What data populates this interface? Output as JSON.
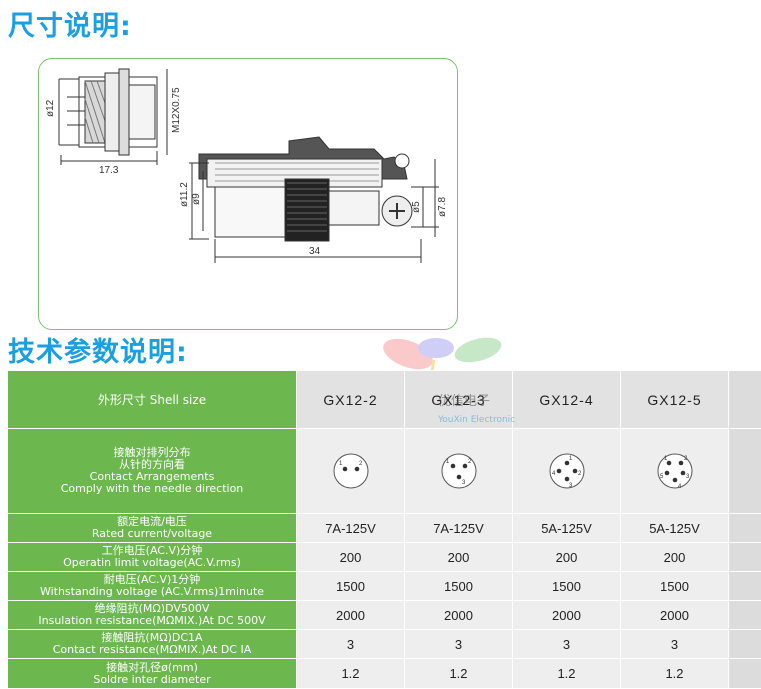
{
  "titles": {
    "dimensions": "尺寸说明:",
    "specs": "技术参数说明:"
  },
  "drawing": {
    "left_view": {
      "dia": "ø12",
      "thread": "M12X0.75",
      "length": "17.3"
    },
    "right_view": {
      "dia_outer": "ø11.2",
      "dia_inner": "ø9",
      "dia_small": "ø5",
      "dia_tail": "ø7.8",
      "length": "34"
    }
  },
  "watermark": {
    "brand": "优信电子",
    "brand_en": "YouXin Electronic"
  },
  "table": {
    "header": {
      "label": "外形尺寸  Shell size",
      "models": [
        "GX12-2",
        "GX12-3",
        "GX12-4",
        "GX12-5"
      ]
    },
    "contact_row": {
      "label_lines": [
        "接触对排列分布",
        "从针的方向看",
        "Contact Arrangements",
        "Comply with the needle direction"
      ],
      "pins": [
        [
          "1",
          "2"
        ],
        [
          "1",
          "2",
          "3"
        ],
        [
          "1",
          "2",
          "3",
          "4"
        ],
        [
          "1",
          "2",
          "3",
          "4",
          "5"
        ]
      ]
    },
    "rows": [
      {
        "cn": "额定电流/电压",
        "en": "Rated current/voltage",
        "values": [
          "7A-125V",
          "7A-125V",
          "5A-125V",
          "5A-125V"
        ]
      },
      {
        "cn": "工作电压(AC.V)分钟",
        "en": "Operatin limit voltage(AC.V.rms)",
        "values": [
          "200",
          "200",
          "200",
          "200"
        ]
      },
      {
        "cn": "耐电压(AC.V)1分钟",
        "en": "Withstanding voltage (AC.V.rms)1minute",
        "values": [
          "1500",
          "1500",
          "1500",
          "1500"
        ]
      },
      {
        "cn": "绝缘阻抗(MΩ)DV500V",
        "en": "Insulation resistance(MΩMIX.)At DC 500V",
        "values": [
          "2000",
          "2000",
          "2000",
          "2000"
        ]
      },
      {
        "cn": "接触阻抗(MΩ)DC1A",
        "en": "Contact resistance(MΩMIX.)At DC IA",
        "values": [
          "3",
          "3",
          "3",
          "3"
        ]
      },
      {
        "cn": "接触对孔径ø(mm)",
        "en": "Soldre inter diameter",
        "values": [
          "1.2",
          "1.2",
          "1.2",
          "1.2"
        ]
      }
    ]
  },
  "colors": {
    "title": "#1a9fe0",
    "label_bg": "#6cb84e",
    "value_bg": "#eeeeee",
    "frame": "#7ac36a"
  }
}
